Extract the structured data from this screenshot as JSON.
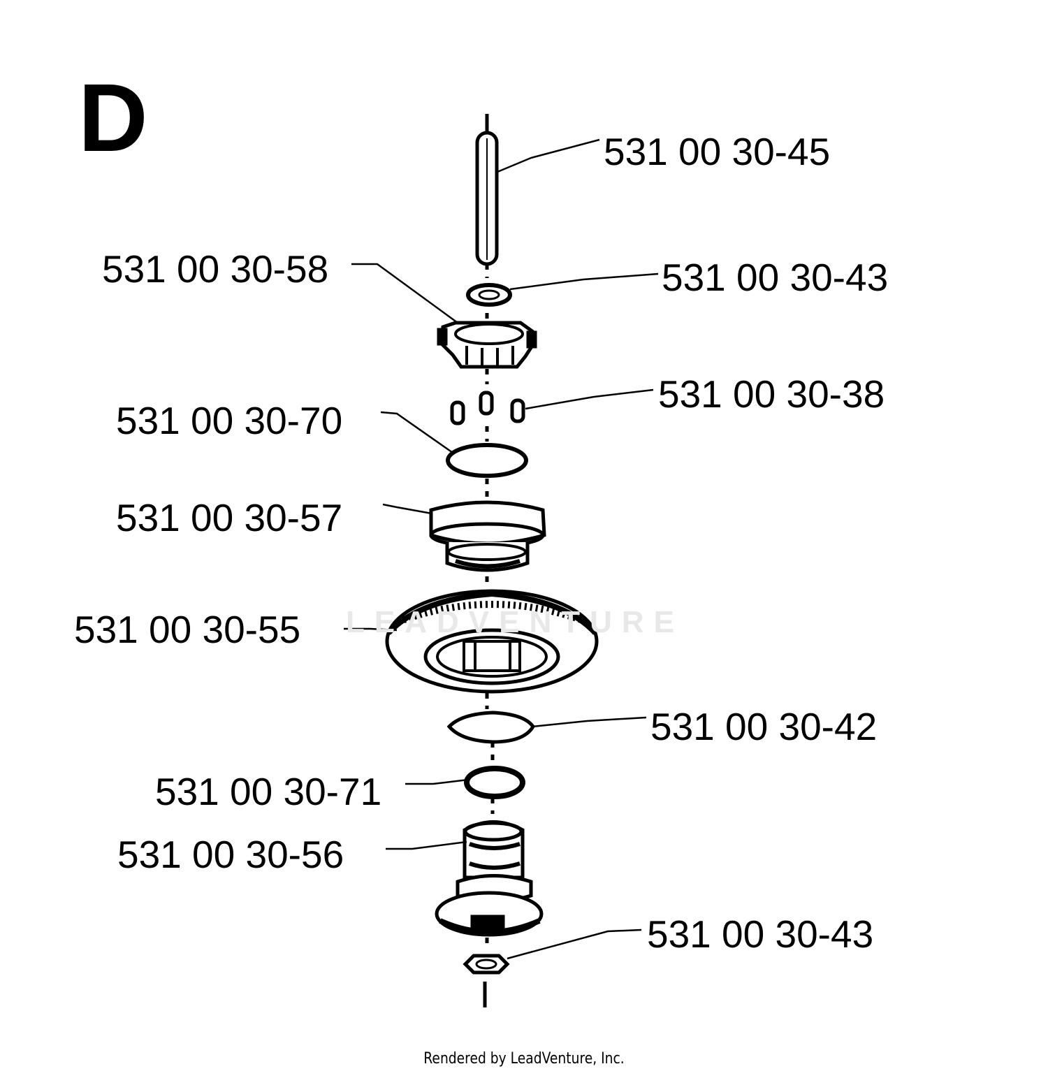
{
  "section": "D",
  "watermark": "LEADVENTURE",
  "footer": "Rendered by LeadVenture, Inc.",
  "parts": [
    {
      "id": "shaft",
      "number": "531 00 30-45"
    },
    {
      "id": "washer-top",
      "number": "531 00 30-43"
    },
    {
      "id": "clutch-cap",
      "number": "531 00 30-58"
    },
    {
      "id": "rollers",
      "number": "531 00 30-38"
    },
    {
      "id": "ring-seal",
      "number": "531 00 30-70"
    },
    {
      "id": "hub",
      "number": "531 00 30-57"
    },
    {
      "id": "gear",
      "number": "531 00 30-55"
    },
    {
      "id": "thin-washer",
      "number": "531 00 30-42"
    },
    {
      "id": "flat-washer",
      "number": "531 00 30-71"
    },
    {
      "id": "spool",
      "number": "531 00 30-56"
    },
    {
      "id": "washer-bottom",
      "number": "531 00 30-43"
    }
  ]
}
